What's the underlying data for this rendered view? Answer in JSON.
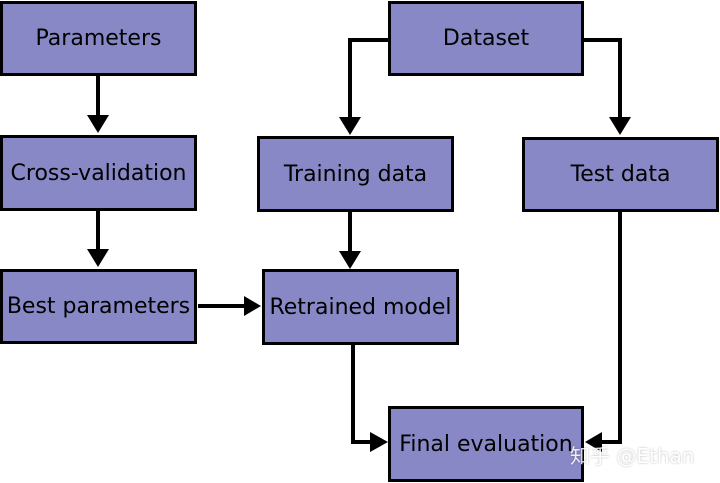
{
  "diagram": {
    "nodes": {
      "parameters": "Parameters",
      "dataset": "Dataset",
      "cross_validation": "Cross-validation",
      "training_data": "Training data",
      "test_data": "Test data",
      "best_parameters": "Best parameters",
      "retrained_model": "Retrained model",
      "final_evaluation": "Final evaluation"
    },
    "edges": [
      {
        "from": "parameters",
        "to": "cross_validation"
      },
      {
        "from": "cross_validation",
        "to": "best_parameters"
      },
      {
        "from": "best_parameters",
        "to": "retrained_model"
      },
      {
        "from": "dataset",
        "to": "training_data"
      },
      {
        "from": "dataset",
        "to": "test_data"
      },
      {
        "from": "training_data",
        "to": "retrained_model"
      },
      {
        "from": "retrained_model",
        "to": "final_evaluation"
      },
      {
        "from": "test_data",
        "to": "final_evaluation"
      }
    ]
  },
  "colors": {
    "node_fill": "#8888c6",
    "stroke": "#000000"
  },
  "watermark": "知乎 @Ethan"
}
